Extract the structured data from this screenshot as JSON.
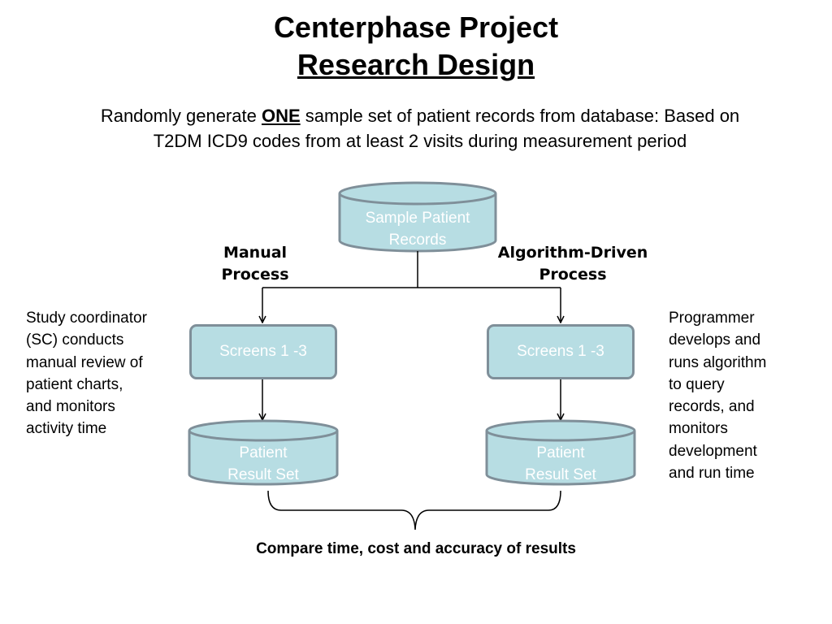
{
  "title": {
    "line1": "Centerphase Project",
    "line2": "Research Design"
  },
  "intro": {
    "before": "Randomly generate ",
    "emphasis": "ONE",
    "after": " sample set of patient records from database: Based on T2DM ICD9 codes from at least 2 visits during measurement period"
  },
  "source": {
    "label": "Sample Patient\nRecords"
  },
  "branches": {
    "manual": {
      "label": "Manual\nProcess",
      "description": "Study coordinator\n(SC) conducts\nmanual review of\npatient charts,\nand monitors\nactivity time",
      "screens_label": "Screens 1 -3",
      "result_label": "Patient\nResult Set"
    },
    "algorithm": {
      "label": "Algorithm-Driven\nProcess",
      "description": "Programmer\ndevelops and\nruns algorithm\nto query\nrecords, and\nmonitors\ndevelopment\nand run time",
      "screens_label": "Screens 1 -3",
      "result_label": "Patient\nResult Set"
    }
  },
  "footer": {
    "text": "Compare time, cost and accuracy of results"
  },
  "colors": {
    "shape_fill": "#b7dde3",
    "shape_stroke": "#7f8f99",
    "line": "#000000"
  }
}
